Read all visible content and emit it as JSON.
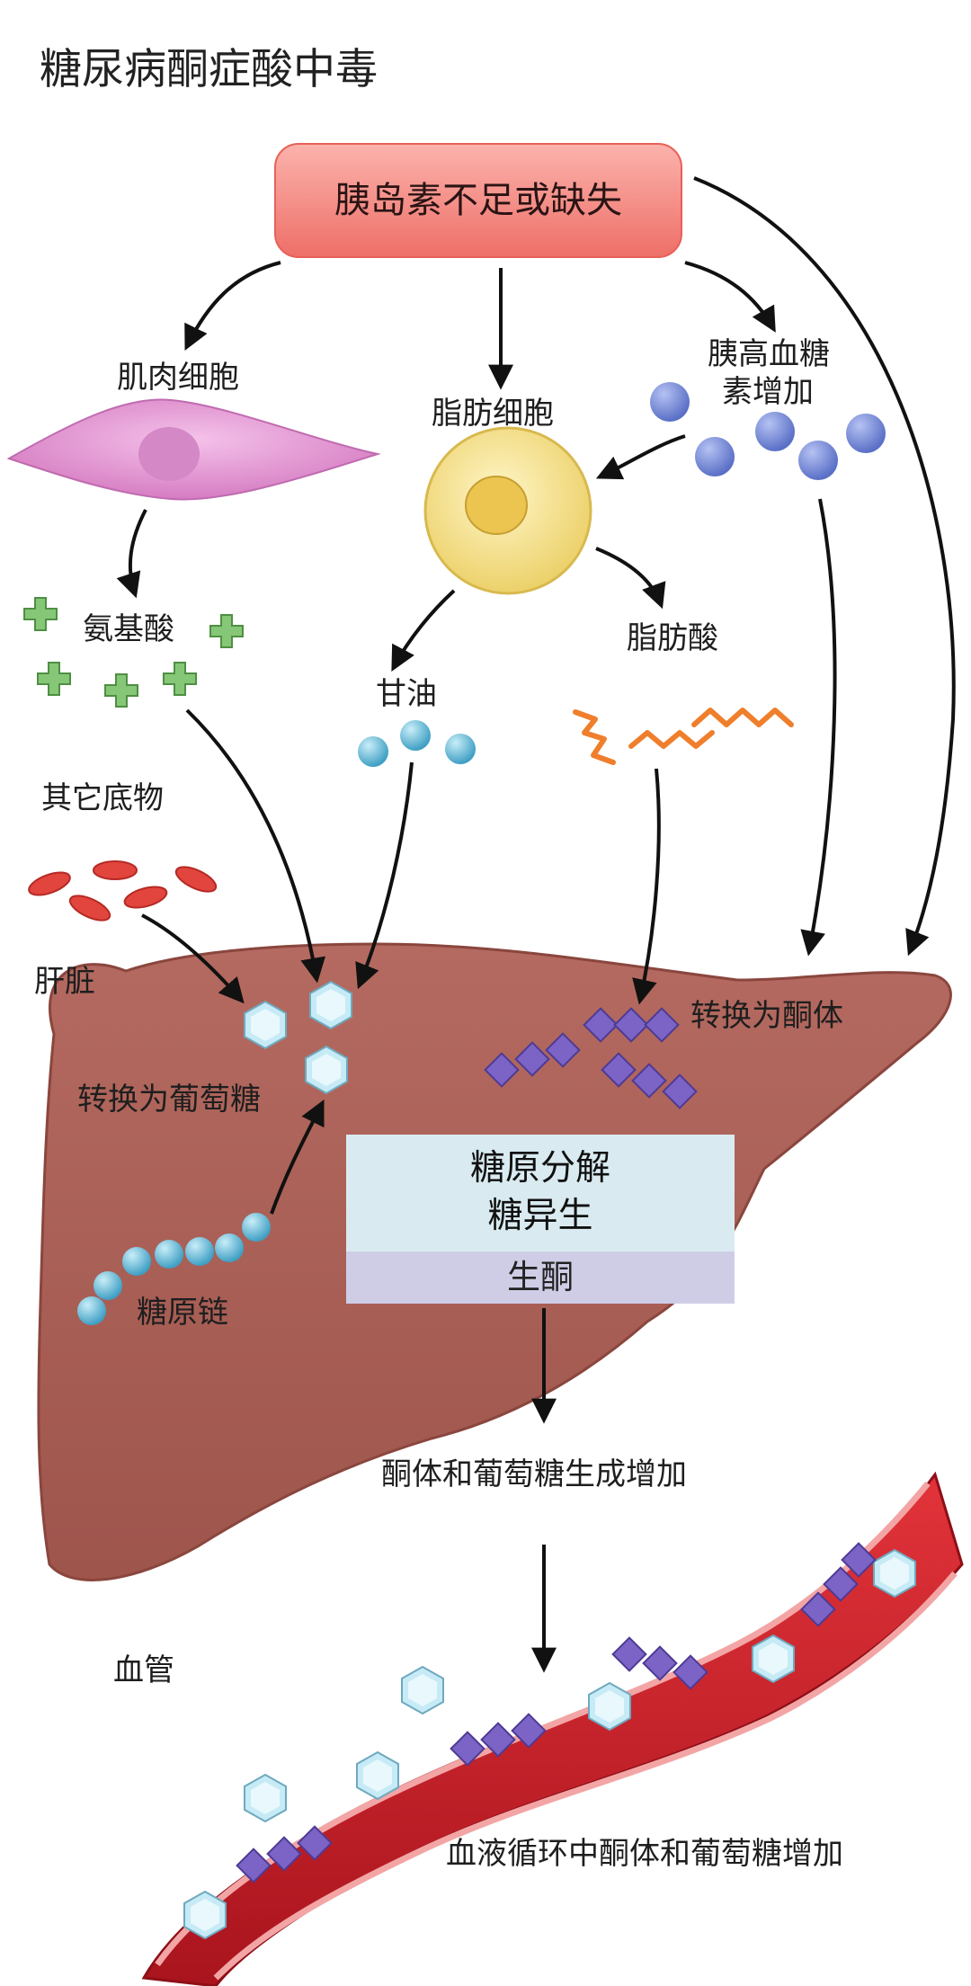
{
  "title": "糖尿病酮症酸中毒",
  "insulin_box": "胰岛素不足或缺失",
  "labels": {
    "muscle_cell": "肌肉细胞",
    "fat_cell": "脂肪细胞",
    "glucagon_line1": "胰高血糖",
    "glucagon_line2": "素增加",
    "amino_acid": "氨基酸",
    "glycerol": "甘油",
    "fatty_acid": "脂肪酸",
    "other_substrates": "其它底物",
    "liver": "肝脏",
    "to_glucose": "转换为葡萄糖",
    "to_ketone": "转换为酮体",
    "glycogen_chain": "糖原链",
    "increase": "酮体和葡萄糖生成增加",
    "vessel": "血管",
    "blood_increase": "血液循环中酮体和葡萄糖增加"
  },
  "process_box": {
    "line1": "糖原分解",
    "line2": "糖异生",
    "line3": "生酮",
    "top_color": "#d9ebf1",
    "bottom_color": "#cfcde6"
  },
  "colors": {
    "insulin": "#f08a84",
    "muscle": "#e69ad6",
    "fat": "#f7e08a",
    "glucagon": "#6e82d8",
    "amino": "#7cbd6e",
    "glycerol": "#63b7d5",
    "fatty": "#ef8a3c",
    "rbc": "#e2453e",
    "liver": "#a85e55",
    "glucose": "#bfe6f2",
    "ketone": "#7a62c4",
    "vessel": "#c8202a"
  }
}
